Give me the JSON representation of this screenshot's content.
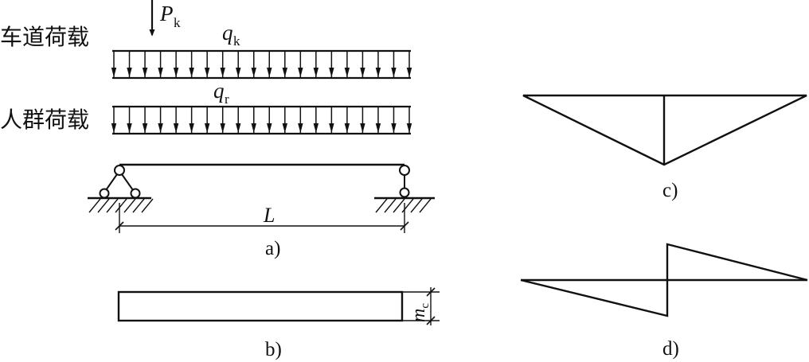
{
  "labels": {
    "vehicle_load": "车道荷载",
    "crowd_load": "人群荷载",
    "point_load_symbol": "P",
    "point_load_subscript": "k",
    "lane_udl_symbol": "q",
    "lane_udl_subscript": "k",
    "crowd_udl_symbol": "q",
    "crowd_udl_subscript": "r",
    "span_symbol": "L",
    "influence_symbol": "m",
    "influence_subscript": "c",
    "panel_a": "a)",
    "panel_b": "b)",
    "panel_c": "c)",
    "panel_d": "d)"
  }
}
